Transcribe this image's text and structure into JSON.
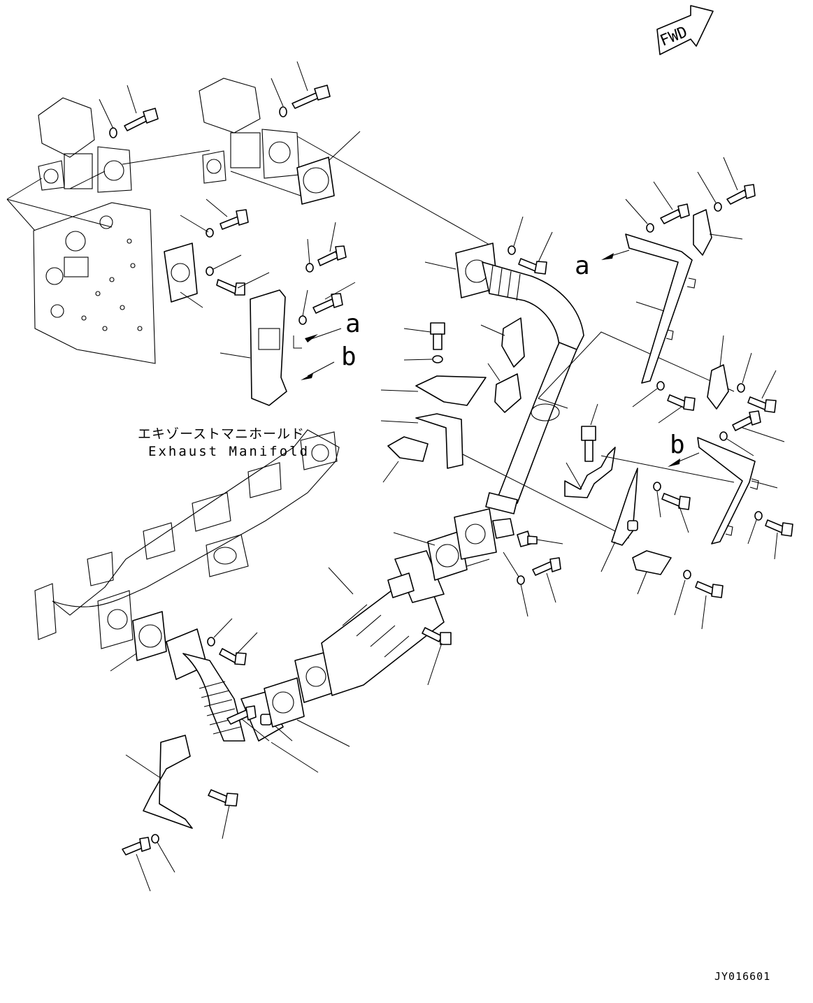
{
  "fwd_label": "FWD",
  "callouts": {
    "a": "a",
    "b": "b"
  },
  "part_label_jp": "エキゾーストマニホールド",
  "part_label_en": "Exhaust Manifold",
  "drawing_id": "JY016601",
  "icons": [
    "fwd-arrow-icon",
    "bolt-icon",
    "washer-icon",
    "gasket-icon",
    "bracket-icon",
    "clamp-icon",
    "bellows-pipe-icon"
  ],
  "colors": {
    "line": "#000000",
    "background": "#ffffff"
  }
}
